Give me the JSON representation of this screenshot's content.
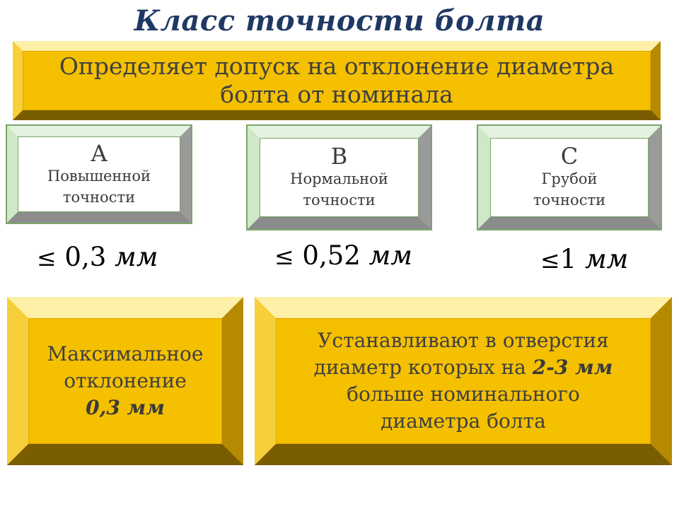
{
  "slide": {
    "title": "Класс точности болта"
  },
  "definition": {
    "line1": "Определяет допуск на отклонение диаметра",
    "line2": "болта от номинала"
  },
  "classes": [
    {
      "letter": "A",
      "line1": "Повышенной",
      "line2": "точности",
      "tolerance_symbol": "≤",
      "tolerance_value": "0,3",
      "tolerance_unit": "мм"
    },
    {
      "letter": "B",
      "line1": "Нормальной",
      "line2": "точности",
      "tolerance_symbol": "≤",
      "tolerance_value": "0,52",
      "tolerance_unit": "мм"
    },
    {
      "letter": "C",
      "line1": "Грубой",
      "line2": "точности",
      "tolerance_symbol": "≤",
      "tolerance_value": "1",
      "tolerance_unit": "мм"
    }
  ],
  "max_deviation": {
    "line1": "Максимальное",
    "line2": "отклонение",
    "value": "0,3 мм"
  },
  "holes": {
    "line1": "Устанавливают в отверстия",
    "line2_prefix": "диаметр которых на ",
    "line2_value": "2-3 мм",
    "line3": "больше номинального",
    "line4": "диаметра болта"
  },
  "colors": {
    "title": "#1f3864",
    "gold": "#f4c000",
    "green_border": "#7aa768"
  }
}
